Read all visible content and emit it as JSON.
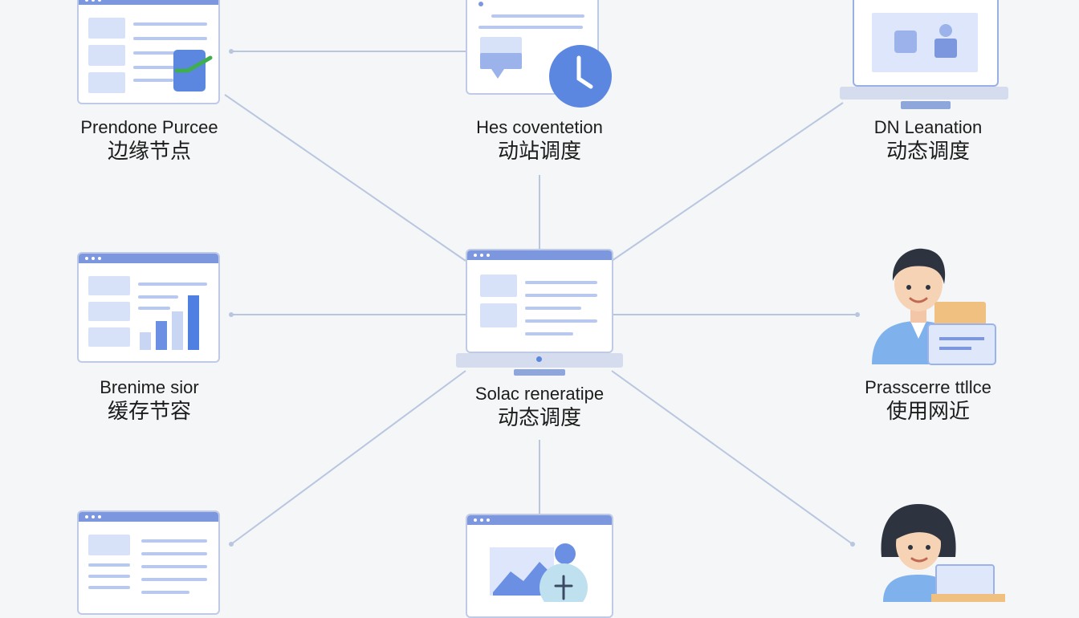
{
  "nodes": {
    "top_left": {
      "title": "Prendone Purcee",
      "subtitle": "边缘节点"
    },
    "top_center": {
      "title": "Hes coventetion",
      "subtitle": "动站调度"
    },
    "top_right": {
      "title": "DN Leanation",
      "subtitle": "动态调度"
    },
    "mid_left": {
      "title": "Brenime sior",
      "subtitle": "缓存节容"
    },
    "center": {
      "title": "Solac reneratipe",
      "subtitle": "动态调度"
    },
    "mid_right": {
      "title": "Prasscerre ttllce",
      "subtitle": "使用网近"
    }
  },
  "colors": {
    "accent": "#7d97de",
    "clock": "#5b87e0",
    "check": "#3fae4f",
    "connector": "#b9c6e0",
    "box": "#f0c080"
  }
}
